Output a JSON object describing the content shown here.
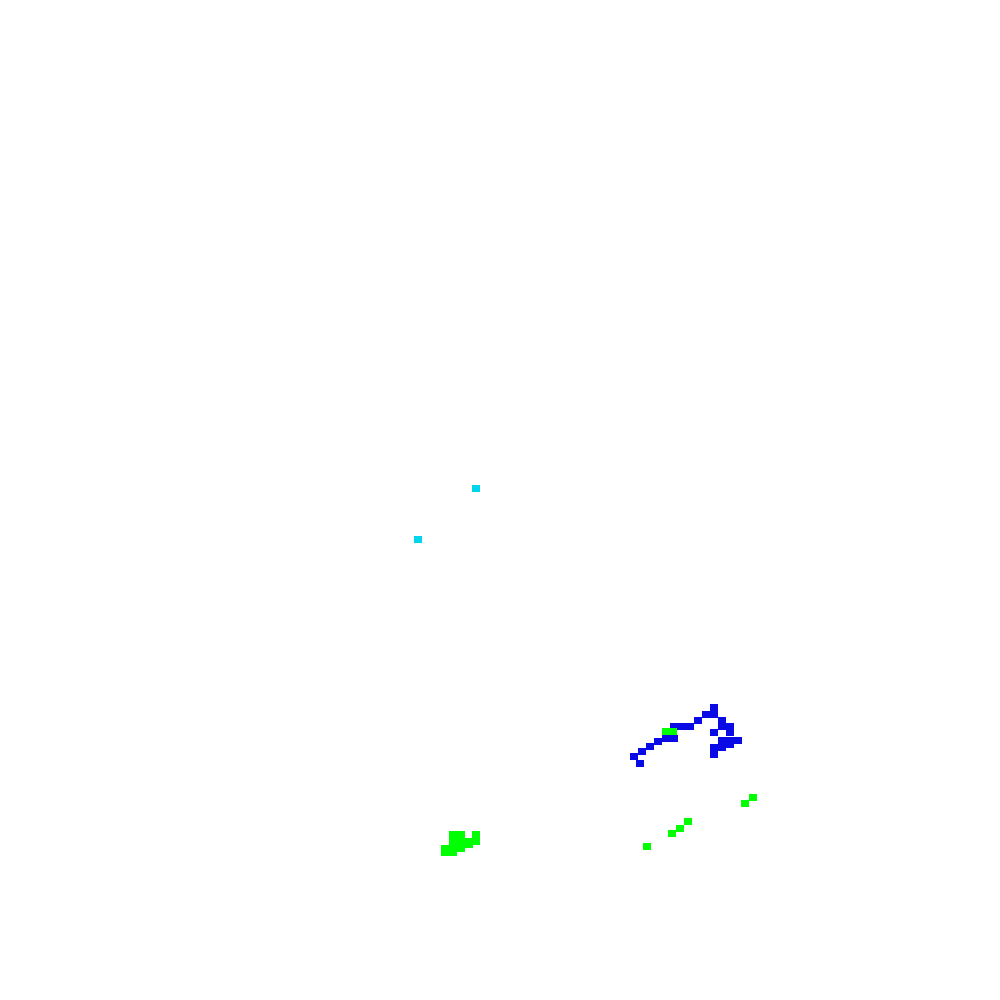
{
  "background_color": "#ffffff",
  "palette": {
    "cyan": "#00d5ee",
    "blue": "#0a0ae6",
    "green": "#00ff00"
  },
  "clusters": [
    {
      "name": "cyan-dot-1",
      "color": "cyan"
    },
    {
      "name": "cyan-dot-2",
      "color": "cyan"
    },
    {
      "name": "blue-stroke",
      "color": "blue"
    },
    {
      "name": "green-patch-left",
      "color": "green"
    },
    {
      "name": "green-speck-inline",
      "color": "green"
    },
    {
      "name": "green-specks-right",
      "color": "green"
    }
  ]
}
